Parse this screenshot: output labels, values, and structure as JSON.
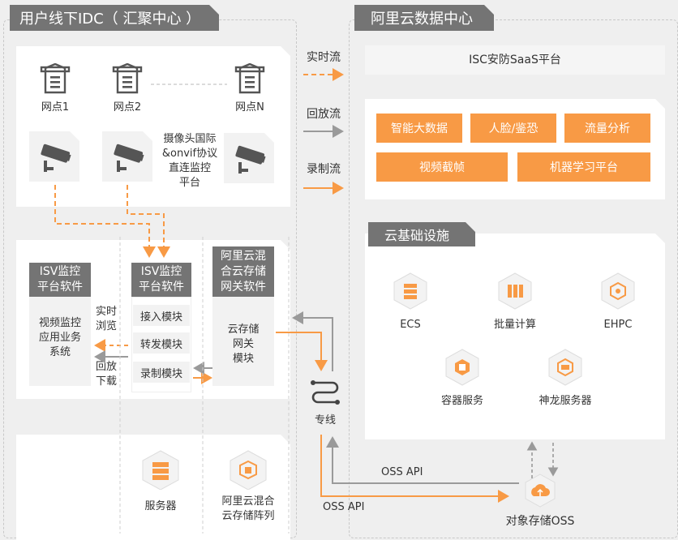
{
  "left_title": "用户线下IDC（ 汇聚中心 ）",
  "right_title": "阿里云数据中心",
  "sites": [
    "网点1",
    "网点2",
    "网点N"
  ],
  "camera_note": "摄像头国际\n&onvif协议\n直连监控\n平台",
  "flows": {
    "realtime": "实时流",
    "playback": "回放流",
    "record": "录制流"
  },
  "isc": "ISC安防SaaS平台",
  "services_row1": [
    "智能大数据",
    "人脸/鉴恐",
    "流量分析"
  ],
  "services_row2": [
    "视频截帧",
    "机器学习平台"
  ],
  "infra_title": "云基础设施",
  "infra": [
    "ECS",
    "批量计算",
    "EHPC",
    "容器服务",
    "神龙服务器"
  ],
  "isv1": {
    "title": "ISV监控\n平台软件",
    "body": "视频监控\n应用业务\n系统"
  },
  "isv2": {
    "title": "ISV监控\n平台软件",
    "modules": [
      "接入模块",
      "转发模块",
      "录制模块"
    ]
  },
  "gateway": {
    "title": "阿里云混\n合云存储\n网关软件",
    "body": "云存储\n网关\n模块"
  },
  "browse": "实时\n浏览",
  "download": "回放\n下载",
  "line": "专线",
  "server": "服务器",
  "storage_array": "阿里云混合\n云存储阵列",
  "oss_api_top": "OSS API",
  "oss_api_bottom": "OSS API",
  "oss": "对象存储OSS",
  "colors": {
    "orange": "#f89a45",
    "grey": "#747474",
    "line_grey": "#9a9a9a"
  }
}
